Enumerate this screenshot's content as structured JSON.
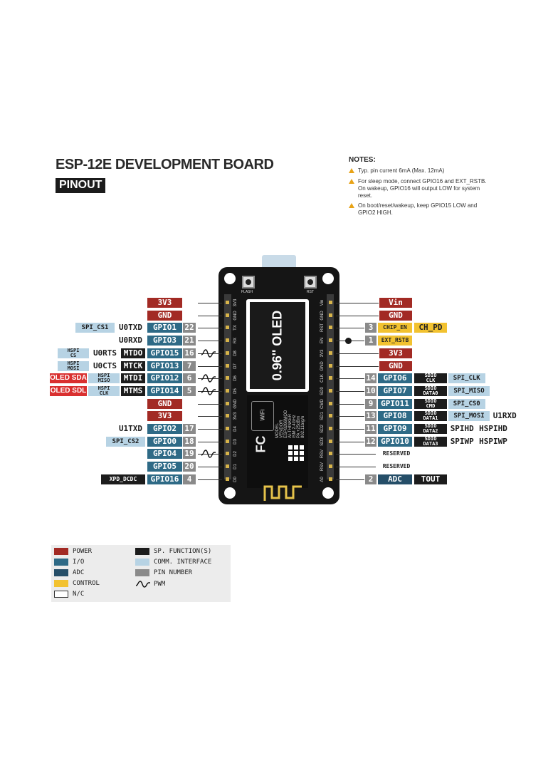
{
  "title": "ESP-12E DEVELOPMENT BOARD",
  "subtitle": "PINOUT",
  "notes": {
    "heading": "NOTES:",
    "items": [
      "Typ. pin current 6mA (Max. 12mA)",
      "For sleep mode, connect GPIO16 and EXT_RSTB. On wakeup, GPIO16 will output LOW for system reset.",
      "On boot/reset/wakeup, keep GPIO15 LOW and GPIO2 HIGH."
    ]
  },
  "board": {
    "oled": "0.96'' OLED",
    "flash": "FLASH",
    "rst": "RST",
    "module_lines": [
      "MODEL",
      "VENDOR",
      "ESP8266MOD",
      "AI-THINKER",
      "ISM 2.4GHz",
      "PA +25dBm",
      "802.11b/g/n"
    ],
    "wifi": "WiFi",
    "fc": "FC",
    "left_pins": [
      "3V3",
      "GND",
      "TX",
      "RX",
      "D8",
      "D7",
      "D6",
      "D5",
      "GND",
      "3V3",
      "D4",
      "D3",
      "D2",
      "D1",
      "D0"
    ],
    "right_pins": [
      "Vin",
      "GND",
      "RST",
      "EN",
      "3V3",
      "GND",
      "CLK",
      "SD0",
      "CMD",
      "SD1",
      "SD2",
      "SD3",
      "RSV",
      "RSV",
      "A0"
    ]
  },
  "left_rows": [
    {
      "pin": "3V3",
      "type": "power"
    },
    {
      "pin": "GND",
      "type": "power"
    },
    {
      "pin": "GPIO1",
      "num": "22",
      "funcs": [
        {
          "t": "U0TXD",
          "c": "plain"
        },
        {
          "t": "SPI_CS1",
          "c": "comm"
        }
      ]
    },
    {
      "pin": "GPIO3",
      "num": "21",
      "funcs": [
        {
          "t": "U0RXD",
          "c": "plain"
        }
      ]
    },
    {
      "pin": "GPIO15",
      "num": "16",
      "pwm": true,
      "funcs": [
        {
          "t": "MTDO",
          "c": "sp"
        },
        {
          "t": "U0RTS",
          "c": "plain"
        },
        {
          "t": "HSPI|CS",
          "c": "comm"
        }
      ]
    },
    {
      "pin": "GPIO13",
      "num": "7",
      "funcs": [
        {
          "t": "MTCK",
          "c": "sp"
        },
        {
          "t": "U0CTS",
          "c": "plain"
        },
        {
          "t": "HSPI|MOSI",
          "c": "comm"
        }
      ]
    },
    {
      "pin": "GPIO12",
      "num": "6",
      "pwm": true,
      "funcs": [
        {
          "t": "MTDI",
          "c": "sp"
        },
        {
          "t": "HSPI|MISO",
          "c": "comm"
        },
        {
          "t": "OLED SDA",
          "c": "oled"
        }
      ]
    },
    {
      "pin": "GPIO14",
      "num": "5",
      "pwm": true,
      "funcs": [
        {
          "t": "MTMS",
          "c": "sp"
        },
        {
          "t": "HSPI|CLK",
          "c": "comm"
        },
        {
          "t": "OLED SDL",
          "c": "oled"
        }
      ]
    },
    {
      "pin": "GND",
      "type": "power"
    },
    {
      "pin": "3V3",
      "type": "power"
    },
    {
      "pin": "GPIO2",
      "num": "17",
      "funcs": [
        {
          "t": "U1TXD",
          "c": "plain"
        }
      ]
    },
    {
      "pin": "GPIO0",
      "num": "18",
      "funcs": [
        {
          "t": "SPI_CS2",
          "c": "comm"
        }
      ]
    },
    {
      "pin": "GPIO4",
      "num": "19",
      "pwm": true,
      "funcs": []
    },
    {
      "pin": "GPIO5",
      "num": "20",
      "funcs": []
    },
    {
      "pin": "GPIO16",
      "num": "4",
      "funcs": [
        {
          "t": "XPD_DCDC",
          "c": "sp"
        }
      ]
    }
  ],
  "right_rows": [
    {
      "pin": "Vin",
      "type": "power"
    },
    {
      "pin": "GND",
      "type": "power"
    },
    {
      "num": "3",
      "pin": "CHIP_EN",
      "type": "ctrl",
      "funcs": [
        {
          "t": "CH_PD",
          "c": "ctrl"
        }
      ]
    },
    {
      "num": "1",
      "pin": "EXT_RSTB",
      "type": "ctrl",
      "dot": true,
      "funcs": []
    },
    {
      "pin": "3V3",
      "type": "power"
    },
    {
      "pin": "GND",
      "type": "power"
    },
    {
      "num": "14",
      "pin": "GPIO6",
      "funcs": [
        {
          "t": "SDIO|CLK",
          "c": "sp"
        },
        {
          "t": "SPI_CLK",
          "c": "comm"
        }
      ]
    },
    {
      "num": "10",
      "pin": "GPIO7",
      "funcs": [
        {
          "t": "SDIO|DATA0",
          "c": "sp"
        },
        {
          "t": "SPI_MISO",
          "c": "comm"
        }
      ]
    },
    {
      "num": "9",
      "pin": "GPIO11",
      "funcs": [
        {
          "t": "SDIO|CMD",
          "c": "sp"
        },
        {
          "t": "SPI_CS0",
          "c": "comm"
        }
      ]
    },
    {
      "num": "13",
      "pin": "GPIO8",
      "funcs": [
        {
          "t": "SDIO|DATA1",
          "c": "sp"
        },
        {
          "t": "SPI_MOSI",
          "c": "comm"
        },
        {
          "t": "U1RXD",
          "c": "plain"
        }
      ]
    },
    {
      "num": "11",
      "pin": "GPIO9",
      "funcs": [
        {
          "t": "SDIO|DATA2",
          "c": "sp"
        },
        {
          "t": "SPIHD",
          "c": "plain"
        },
        {
          "t": "HSPIHD",
          "c": "plain"
        }
      ]
    },
    {
      "num": "12",
      "pin": "GPIO10",
      "funcs": [
        {
          "t": "SDIO|DATA3",
          "c": "sp"
        },
        {
          "t": "SPIWP",
          "c": "plain"
        },
        {
          "t": "HSPIWP",
          "c": "plain"
        }
      ]
    },
    {
      "pin": "RESERVED",
      "type": "reserved"
    },
    {
      "pin": "RESERVED",
      "type": "reserved"
    },
    {
      "num": "2",
      "pin": "ADC",
      "type": "adc",
      "funcs": [
        {
          "t": "TOUT",
          "c": "sp"
        }
      ]
    }
  ],
  "legend": {
    "items": [
      {
        "label": "POWER",
        "color": "#a22a24"
      },
      {
        "label": "I/O",
        "color": "#2e6a86"
      },
      {
        "label": "ADC",
        "color": "#254e68"
      },
      {
        "label": "CONTROL",
        "color": "#f2c230"
      },
      {
        "label": "N/C",
        "color": "#ffffff"
      },
      {
        "label": "SP. FUNCTION(S)",
        "color": "#1c1c1c"
      },
      {
        "label": "COMM. INTERFACE",
        "color": "#b7d3e4"
      },
      {
        "label": "PIN NUMBER",
        "color": "#8a8a8a"
      },
      {
        "label": "PWM",
        "color": "#000000"
      }
    ]
  }
}
